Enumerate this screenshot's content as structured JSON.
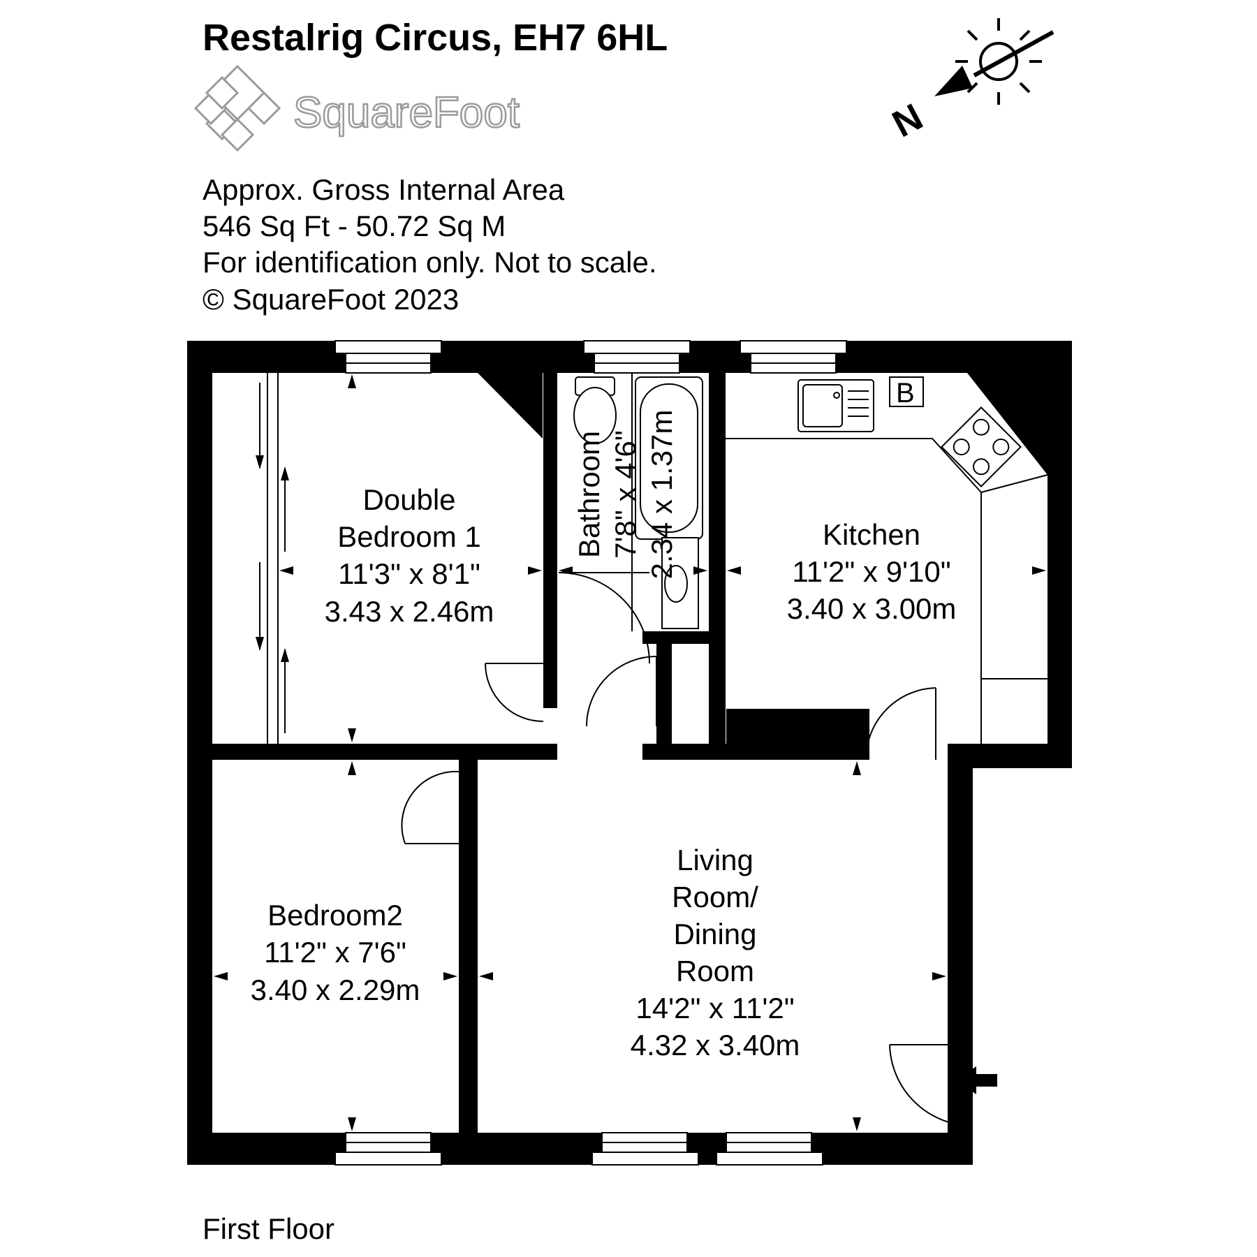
{
  "header": {
    "title": "Restalrig Circus, EH7 6HL",
    "logo_text": "SquareFoot"
  },
  "info": {
    "line1": "Approx. Gross Internal Area",
    "line2": "546 Sq Ft  -  50.72 Sq M",
    "line3": "For identification only. Not to scale.",
    "line4": "© SquareFoot 2023"
  },
  "compass": {
    "north_letter": "N",
    "icon": "sun-icon"
  },
  "rooms": {
    "bedroom1": {
      "line1": "Double",
      "line2": "Bedroom 1",
      "imperial": "11'3\" x 8'1\"",
      "metric": "3.43 x 2.46m"
    },
    "bathroom": {
      "name": "Bathroom",
      "imperial": "7'8\" x 4'6\"",
      "metric": "2.34 x 1.37m"
    },
    "kitchen": {
      "name": "Kitchen",
      "imperial": "11'2\" x 9'10\"",
      "metric": "3.40 x 3.00m"
    },
    "bedroom2": {
      "name": "Bedroom2",
      "imperial": "11'2\" x 7'6\"",
      "metric": "3.40 x 2.29m"
    },
    "living": {
      "line1": "Living",
      "line2": "Room/",
      "line3": "Dining",
      "line4": "Room",
      "imperial": "14'2\" x 11'2\"",
      "metric": "4.32 x 3.40m"
    }
  },
  "boiler_label": "B",
  "floor_label": "First Floor"
}
